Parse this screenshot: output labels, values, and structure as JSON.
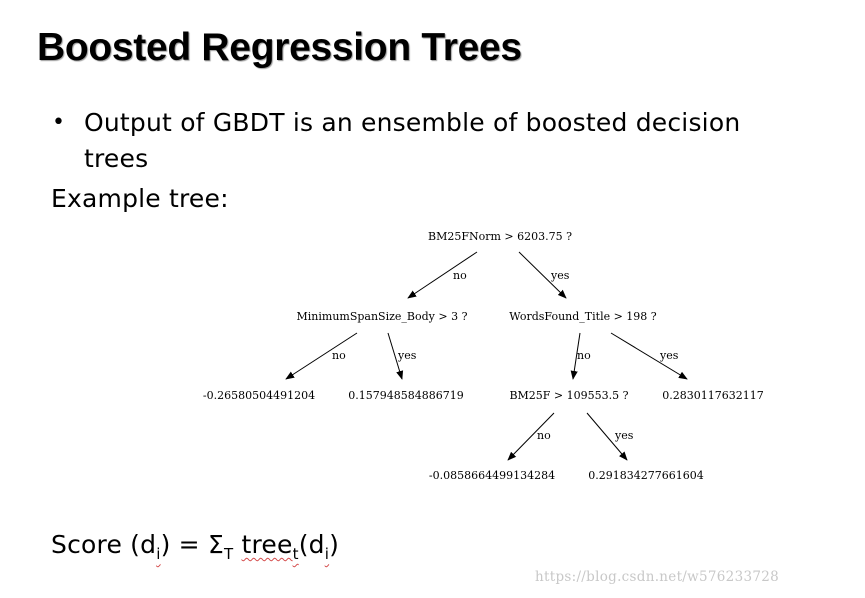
{
  "slide": {
    "title": "Boosted Regression Trees",
    "bullets": [
      "Output of GBDT is an ensemble of boosted decision trees"
    ],
    "example_label": "Example tree:",
    "tree": {
      "root": "BM25FNorm > 6203.75 ?",
      "left_split": "MinimumSpanSize_Body > 3 ?",
      "right_split": "WordsFound_Title > 198 ?",
      "right_left_split": "BM25F > 109553.5 ?",
      "leaf_1": "-0.26580504491204",
      "leaf_2": "0.157948584886719",
      "leaf_3": "0.2830117632117",
      "leaf_4": "-0.0858664499134284",
      "leaf_5": "0.291834277661604",
      "no_label": "no",
      "yes_label": "yes"
    },
    "formula": {
      "prefix": "Score (d",
      "sub_i1": "i",
      "mid": ") = Σ",
      "sub_T": "T",
      "tree_word": "tree",
      "sub_t": "t",
      "open": "(d",
      "sub_i2": "i",
      "close": ")"
    }
  },
  "watermark": "https://blog.csdn.net/w576233728"
}
